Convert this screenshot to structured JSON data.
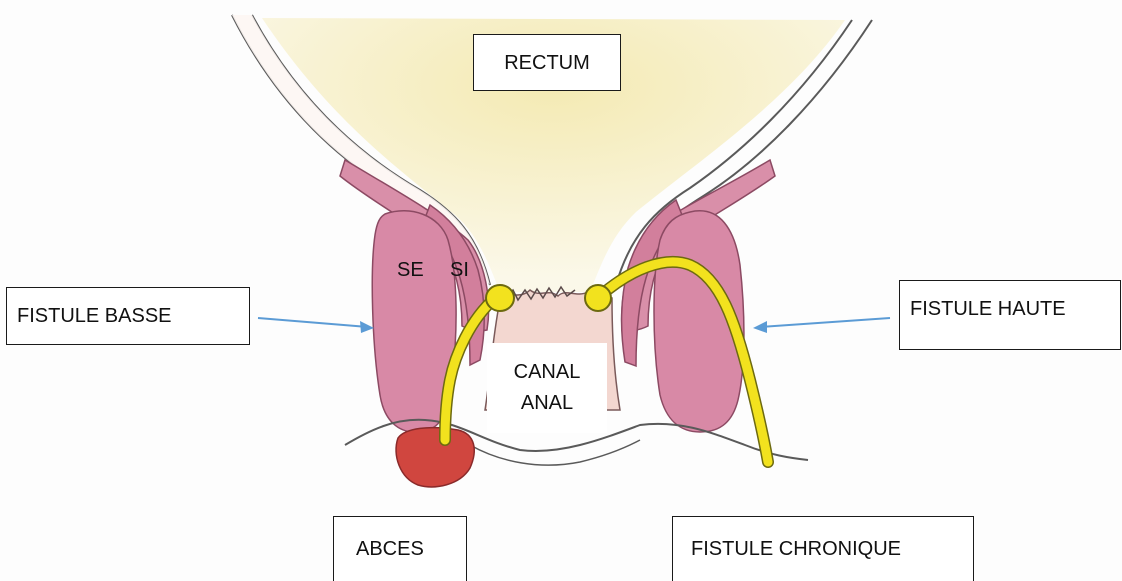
{
  "labels": {
    "rectum": "RECTUM",
    "se": "SE",
    "si": "SI",
    "fistule_basse": "FISTULE BASSE",
    "fistule_haute": "FISTULE HAUTE",
    "canal_line1": "CANAL",
    "canal_line2": "ANAL",
    "abces": "ABCES",
    "fistule_chronique": "FISTULE CHRONIQUE"
  },
  "colors": {
    "rectum_fill": "#f6f1cf",
    "muscle_pink": "#d889a6",
    "muscle_dark": "#b75f82",
    "abscess_red": "#d0463f",
    "fistula_yellow": "#f2e21e",
    "canal_fill": "#f3d7d0",
    "arrow_blue": "#5b9bd5",
    "outline": "#5a5a5a"
  }
}
